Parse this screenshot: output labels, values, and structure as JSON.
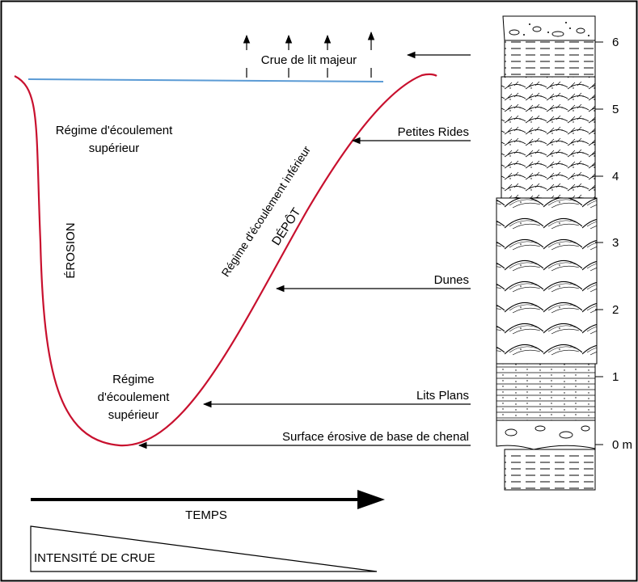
{
  "colors": {
    "curve": "#c8102e",
    "water": "#5b9bd5",
    "ink": "#000000",
    "frame": "#000000"
  },
  "labels": {
    "flood_stage": "Crue de lit majeur",
    "upper_regime_top_line1": "Régime d'écoulement",
    "upper_regime_top_line2": "supérieur",
    "erosion": "ÉROSION",
    "lower_regime": "Régime d'écoulement inférieur",
    "deposit": "DÉPÔT",
    "upper_regime_bottom_line1": "Régime",
    "upper_regime_bottom_line2": "d'écoulement",
    "upper_regime_bottom_line3": "supérieur",
    "small_ripples": "Petites Rides",
    "dunes": "Dunes",
    "plane_beds": "Lits Plans",
    "channel_base": "Surface érosive de base de chenal",
    "time": "TEMPS",
    "flood_intensity": "INTENSITÉ DE CRUE"
  },
  "scale": {
    "ticks": [
      "0 m",
      "1",
      "2",
      "3",
      "4",
      "5",
      "6"
    ]
  }
}
